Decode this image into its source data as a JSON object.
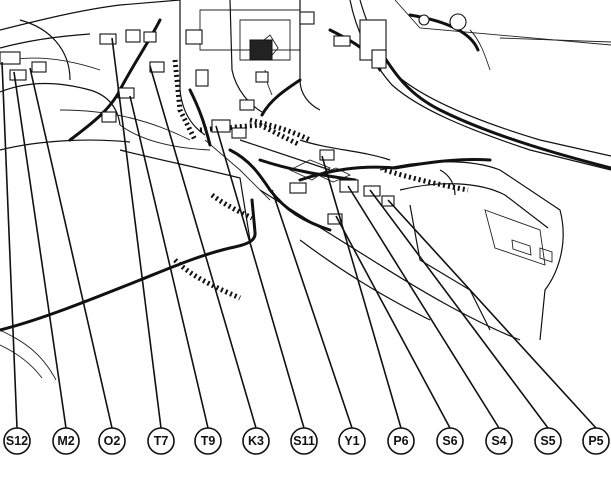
{
  "callouts": [
    "S12",
    "M2",
    "O2",
    "T7",
    "T9",
    "K3",
    "S11",
    "Y1",
    "P6",
    "S6",
    "S4",
    "S5",
    "P5"
  ]
}
